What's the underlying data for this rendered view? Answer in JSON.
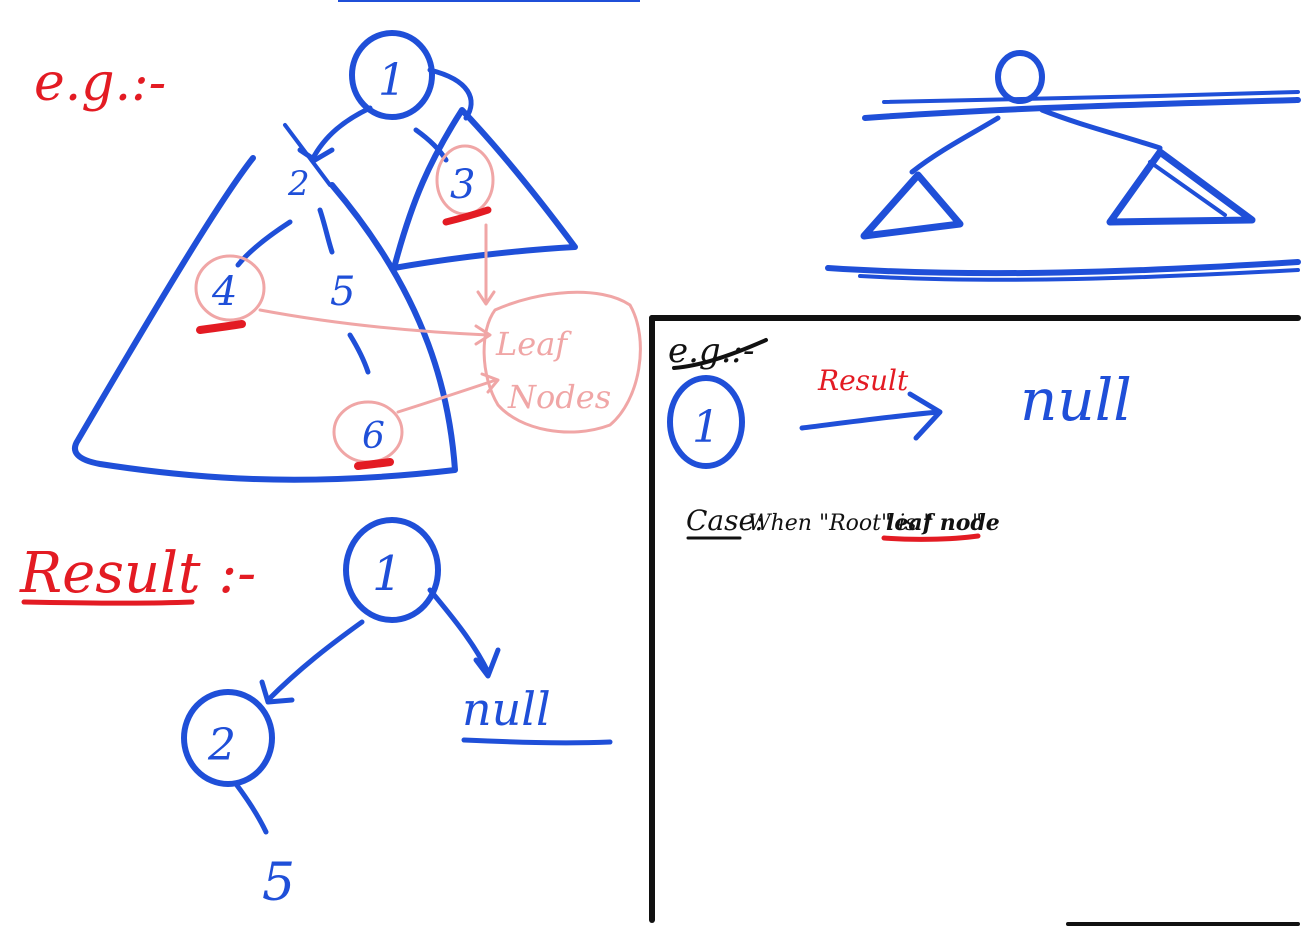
{
  "colors": {
    "ink_blue": "#1f4fd8",
    "ink_red": "#e31b23",
    "ink_pink": "#f0a6a6",
    "ink_black": "#111111",
    "background": "#ffffff"
  },
  "left_panel": {
    "eg_label": "e.g.:-",
    "tree_nodes": {
      "root": "1",
      "left": "2",
      "right": "3",
      "left_left": "4",
      "left_mid": "5",
      "left_bottom": "6"
    },
    "leaf_nodes_label_line1": "Leaf",
    "leaf_nodes_label_line2": "Nodes",
    "result_label": "Result :-",
    "result_tree": {
      "root": "1",
      "left": "2",
      "left_child": "5",
      "right": "null"
    }
  },
  "right_panel": {
    "eg_label": "e.g.:-",
    "node": "1",
    "arrow_label": "Result",
    "result_value": "null",
    "case_prefix": "Case:",
    "case_text": "When \"Root\" is \"",
    "case_highlight": "leaf node",
    "case_suffix": "\""
  }
}
